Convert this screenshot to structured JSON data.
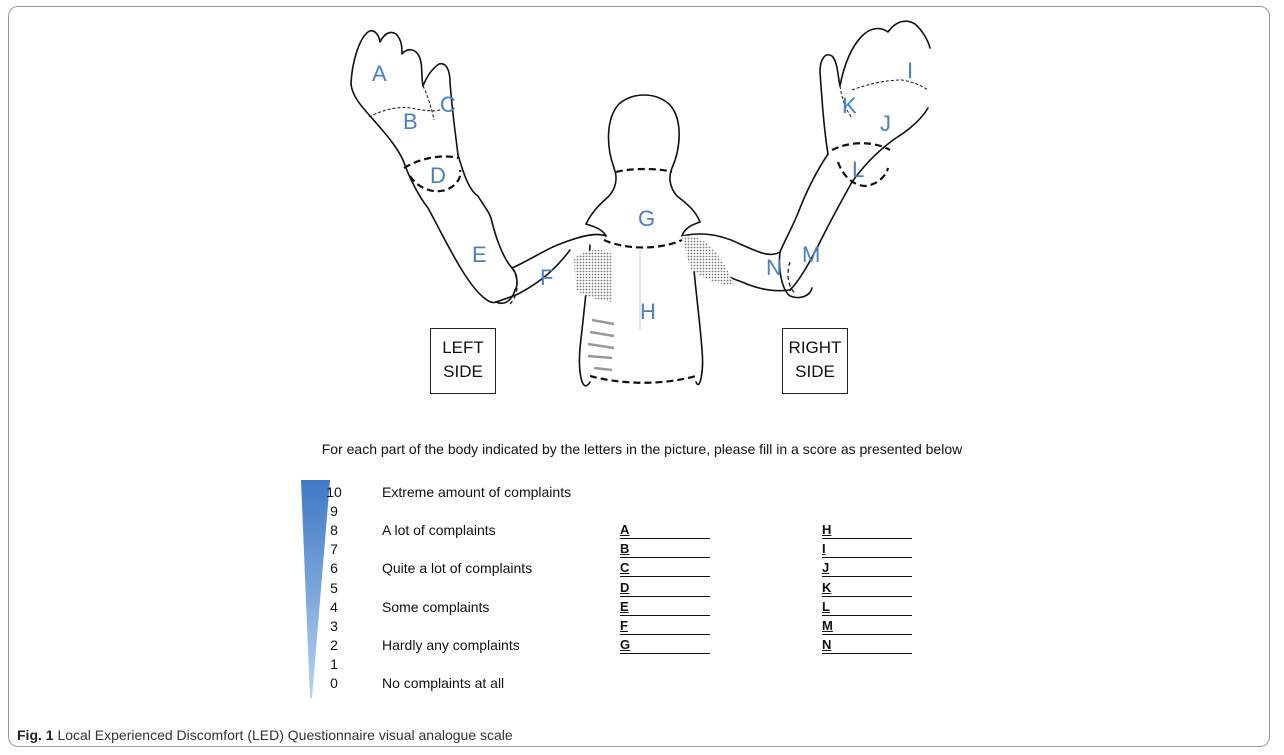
{
  "regions": [
    {
      "key": "A",
      "label": "A"
    },
    {
      "key": "B",
      "label": "B"
    },
    {
      "key": "C",
      "label": "C"
    },
    {
      "key": "D",
      "label": "D"
    },
    {
      "key": "E",
      "label": "E"
    },
    {
      "key": "F",
      "label": "F"
    },
    {
      "key": "G",
      "label": "G"
    },
    {
      "key": "H",
      "label": "H"
    },
    {
      "key": "I",
      "label": "I"
    },
    {
      "key": "J",
      "label": "J"
    },
    {
      "key": "K",
      "label": "K"
    },
    {
      "key": "L",
      "label": "L"
    },
    {
      "key": "M",
      "label": "M"
    },
    {
      "key": "N",
      "label": "N"
    }
  ],
  "side_boxes": {
    "left": {
      "line1": "LEFT",
      "line2": "SIDE"
    },
    "right": {
      "line1": "RIGHT",
      "line2": "SIDE"
    }
  },
  "instruction": "For each part of the body indicated by the letters in the picture, please fill in a score as presented below",
  "scale": {
    "numbers": [
      "10",
      "9",
      "8",
      "7",
      "6",
      "5",
      "4",
      "3",
      "2",
      "1",
      "0"
    ],
    "descriptions": [
      {
        "score": "10",
        "text": "Extreme amount of complaints"
      },
      {
        "score": "8",
        "text": "A lot of complaints"
      },
      {
        "score": "6",
        "text": "Quite a lot of complaints"
      },
      {
        "score": "4",
        "text": "Some complaints"
      },
      {
        "score": "2",
        "text": "Hardly any complaints"
      },
      {
        "score": "0",
        "text": "No complaints at all"
      }
    ],
    "gradient_top_color": "#3f78c4",
    "gradient_bottom_color": "#b7d3f2"
  },
  "answer_fields": {
    "column1": [
      "A",
      "B",
      "C",
      "D",
      "E",
      "F",
      "G"
    ],
    "column2": [
      "H",
      "I",
      "J",
      "K",
      "L",
      "M",
      "N"
    ]
  },
  "caption": {
    "label": "Fig. 1",
    "text": "Local Experienced Discomfort (LED) Questionnaire visual analogue scale"
  },
  "colors": {
    "region_letter": "#4a7fc0",
    "frame_border": "#9a9a9a"
  }
}
